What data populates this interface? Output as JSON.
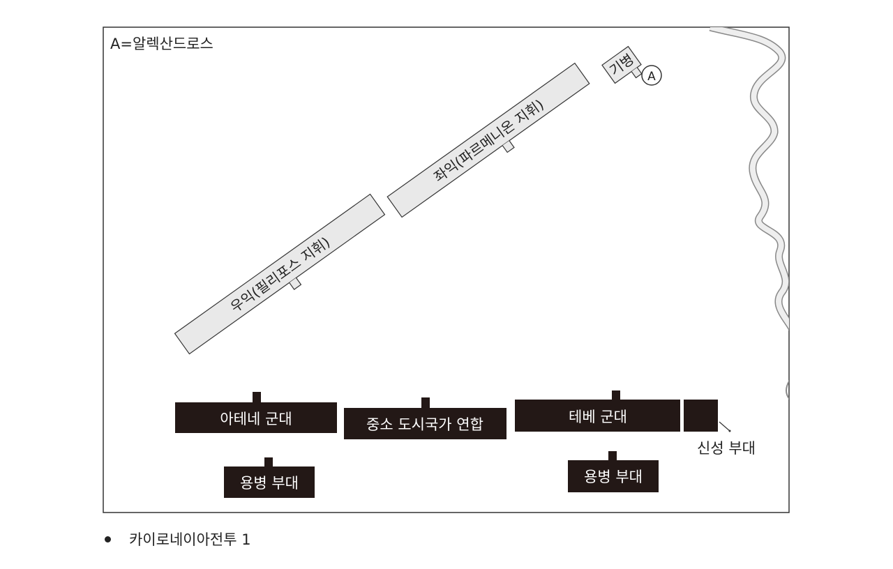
{
  "legend": "A=알렉산드로스",
  "marker": "A",
  "units": {
    "cavalry": "기병",
    "left_wing": "좌익(파르메니온 지휘)",
    "right_wing": "우익(필리포스 지휘)",
    "athens": "아테네 군대",
    "small_states": "중소 도시국가 연합",
    "thebes": "테베 군대",
    "sacred_band": "신성 부대",
    "mercenaries_left": "용병 부대",
    "mercenaries_right": "용병 부대"
  },
  "caption": "카이로네이아전투 1",
  "colors": {
    "macedonian_fill": "#e9e9e9",
    "greek_fill": "#231816",
    "line": "#333333",
    "river": "#aaaaaa"
  }
}
